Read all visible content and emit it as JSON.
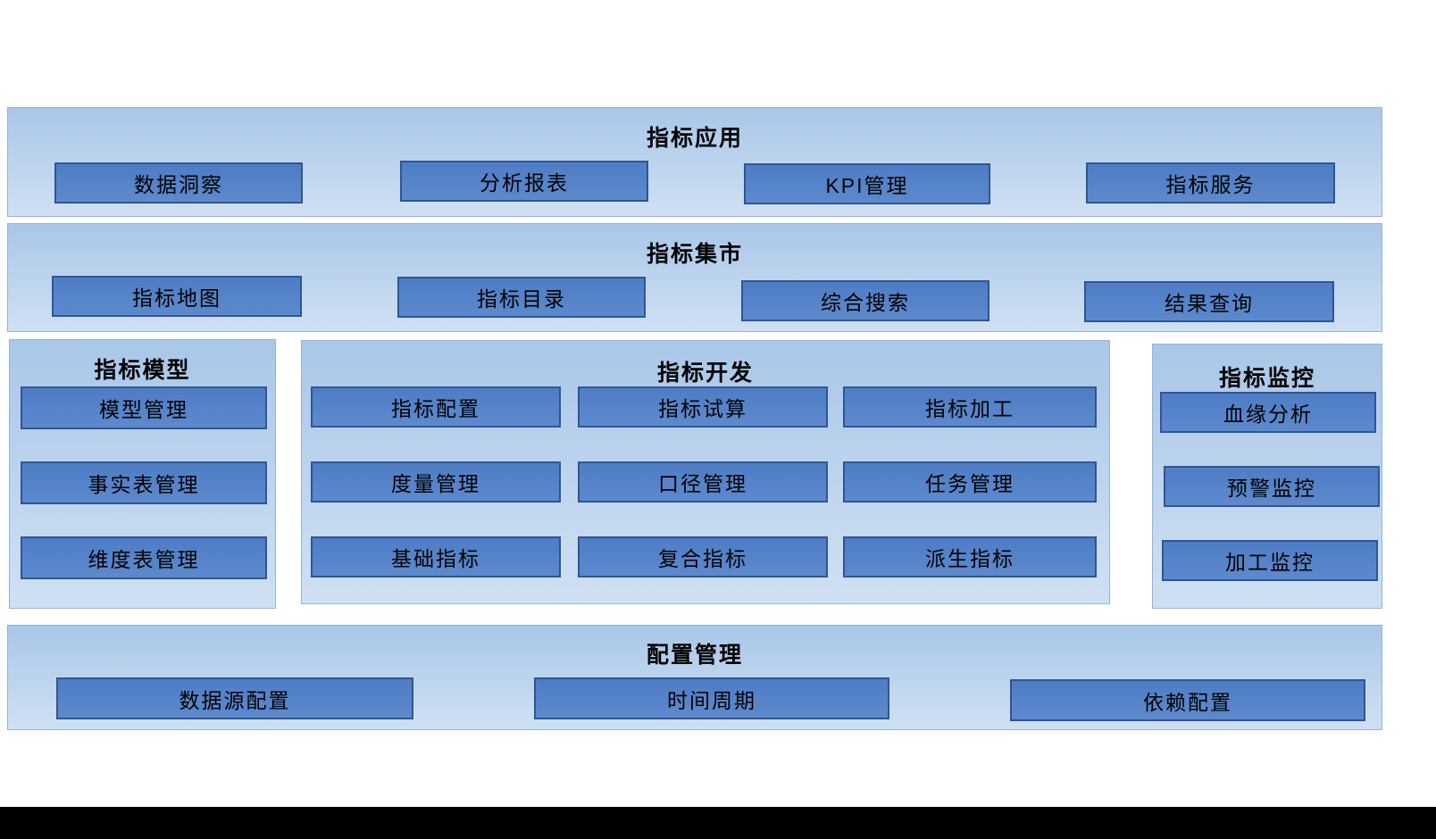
{
  "colors": {
    "panel_top": "#a9c7e8",
    "panel_bottom": "#d0e0f3",
    "panel_border": "#8fb4dd",
    "node_fill": "#4e7dc5",
    "node_fill_2": "#5d89cd",
    "node_border": "#2e5596",
    "title_color": "#000000",
    "node_text": "#000000",
    "bottom_bar": "#000000"
  },
  "sections": {
    "app": {
      "title": "指标应用",
      "items": [
        "数据洞察",
        "分析报表",
        "KPI管理",
        "指标服务"
      ]
    },
    "market": {
      "title": "指标集市",
      "items": [
        "指标地图",
        "指标目录",
        "综合搜索",
        "结果查询"
      ]
    },
    "model": {
      "title": "指标模型",
      "items": [
        "模型管理",
        "事实表管理",
        "维度表管理"
      ]
    },
    "dev": {
      "title": "指标开发",
      "items": [
        "指标配置",
        "指标试算",
        "指标加工",
        "度量管理",
        "口径管理",
        "任务管理",
        "基础指标",
        "复合指标",
        "派生指标"
      ]
    },
    "monitor": {
      "title": "指标监控",
      "items": [
        "血缘分析",
        "预警监控",
        "加工监控"
      ]
    },
    "config": {
      "title": "配置管理",
      "items": [
        "数据源配置",
        "时间周期",
        "依赖配置"
      ]
    }
  }
}
